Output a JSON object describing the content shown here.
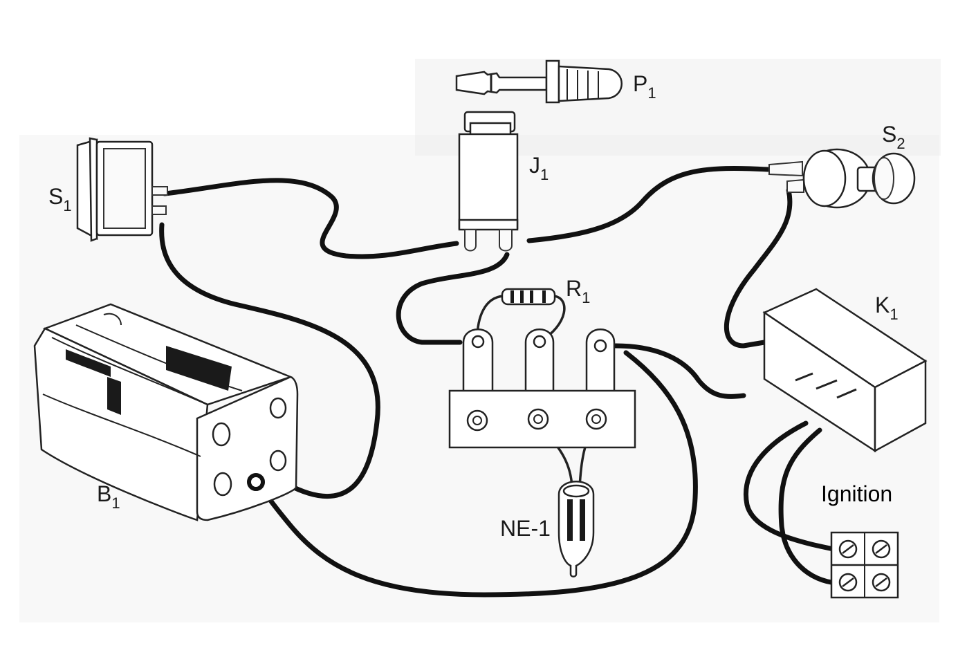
{
  "labels": {
    "p1": {
      "main": "P",
      "sub": "1"
    },
    "j1": {
      "main": "J",
      "sub": "1"
    },
    "s1": {
      "main": "S",
      "sub": "1"
    },
    "s2": {
      "main": "S",
      "sub": "2"
    },
    "r1": {
      "main": "R",
      "sub": "1"
    },
    "k1": {
      "main": "K",
      "sub": "1"
    },
    "b1": {
      "main": "B",
      "sub": "1"
    },
    "ne1": "NE-1",
    "ignition": "Ignition"
  },
  "colors": {
    "background": "#ffffff",
    "ink": "#111111",
    "scan_shadow": "#ececec"
  }
}
